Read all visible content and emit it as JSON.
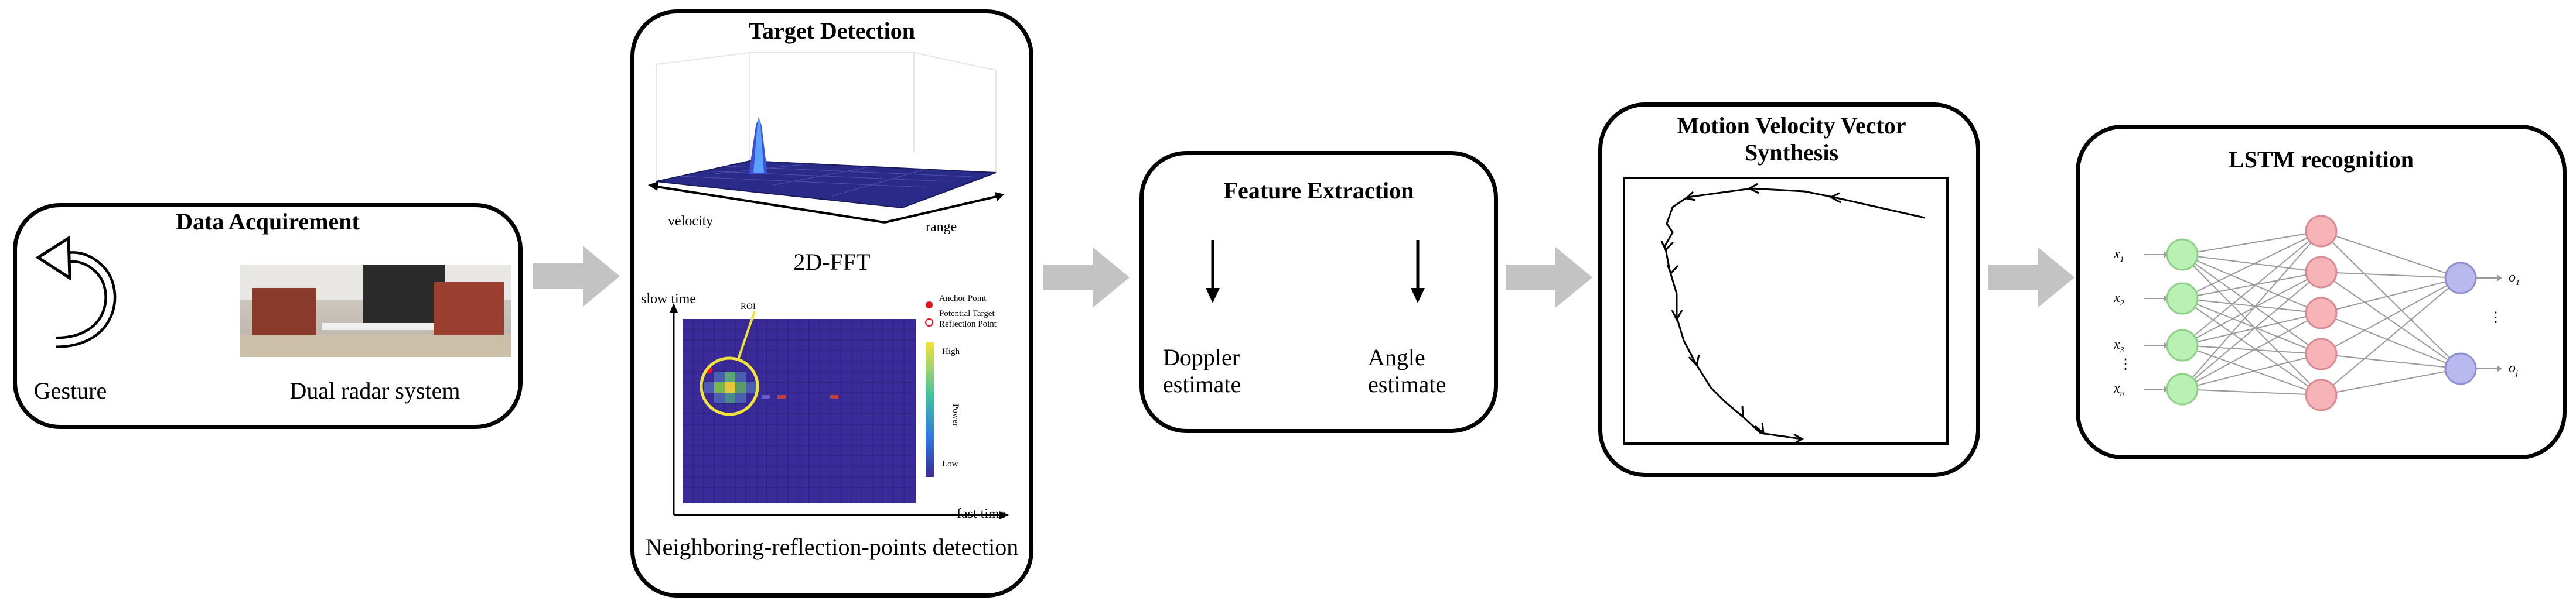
{
  "data_acquirement": {
    "title": "Data Acquirement",
    "gesture_label": "Gesture",
    "system_label": "Dual radar system"
  },
  "target_detection": {
    "title": "Target Detection",
    "fft_label": "2D-FFT",
    "velocity_label": "velocity",
    "range_label": "range",
    "slow_time_label": "slow time",
    "fast_time_label": "fast time",
    "roi_label": "ROI",
    "legend_anchor": "Anchor Point",
    "legend_potential": "Potential Target Reflection Point",
    "colorbar_high": "High",
    "colorbar_low": "Low",
    "colorbar_title": "Power",
    "caption": "Neighboring-reflection-points detection",
    "colors": {
      "anchor": "#e8101c",
      "heatmap_bg": "#3a2b98"
    }
  },
  "feature_extraction": {
    "title": "Feature Extraction",
    "doppler_label": "Doppler estimate",
    "angle_label": "Angle estimate"
  },
  "motion_synthesis": {
    "title": "Motion Velocity Vector Synthesis"
  },
  "lstm": {
    "title": "LSTM recognition",
    "inputs": [
      "x1",
      "x2",
      "x3",
      "xn"
    ],
    "outputs": [
      "o1",
      "oj"
    ],
    "ellipsis": "⋮",
    "colors": {
      "input": "#b9f0b3",
      "hidden": "#f6b4b9",
      "output": "#b9b9f0"
    }
  },
  "colors": {
    "flow_arrow": "#c3c3c3"
  }
}
